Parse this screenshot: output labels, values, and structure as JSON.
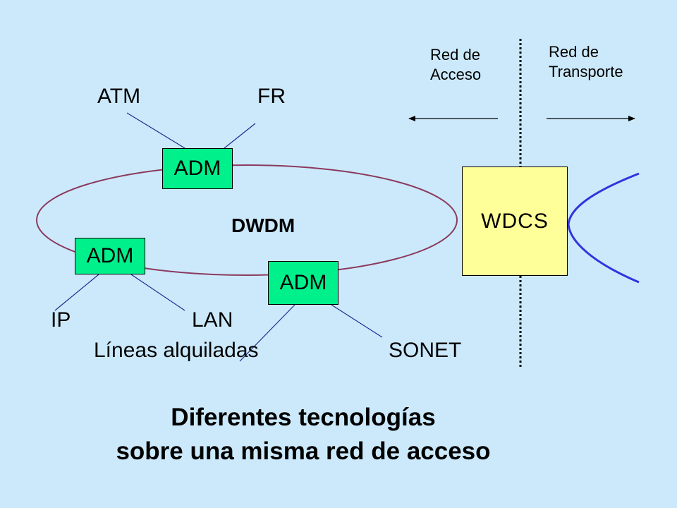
{
  "regions": {
    "access": "Red de\nAcceso",
    "transport": "Red de\nTransporte"
  },
  "network_labels": {
    "atm": "ATM",
    "fr": "FR",
    "ip": "IP",
    "lan": "LAN",
    "leased_lines": "Líneas alquiladas",
    "sonet": "SONET"
  },
  "nodes": {
    "adm_top": "ADM",
    "adm_left": "ADM",
    "adm_bottom": "ADM",
    "wdcs": "WDCS"
  },
  "ring_label": "DWDM",
  "caption": {
    "line1": "Diferentes tecnologías",
    "line2": "sobre una misma red de acceso"
  },
  "colors": {
    "background": "#cce9fb",
    "adm": "#00f08c",
    "wdcs": "#ffff99",
    "ring": "#8b3a5f",
    "links": "#1f2a8c",
    "transport_curve": "#3333dd"
  }
}
